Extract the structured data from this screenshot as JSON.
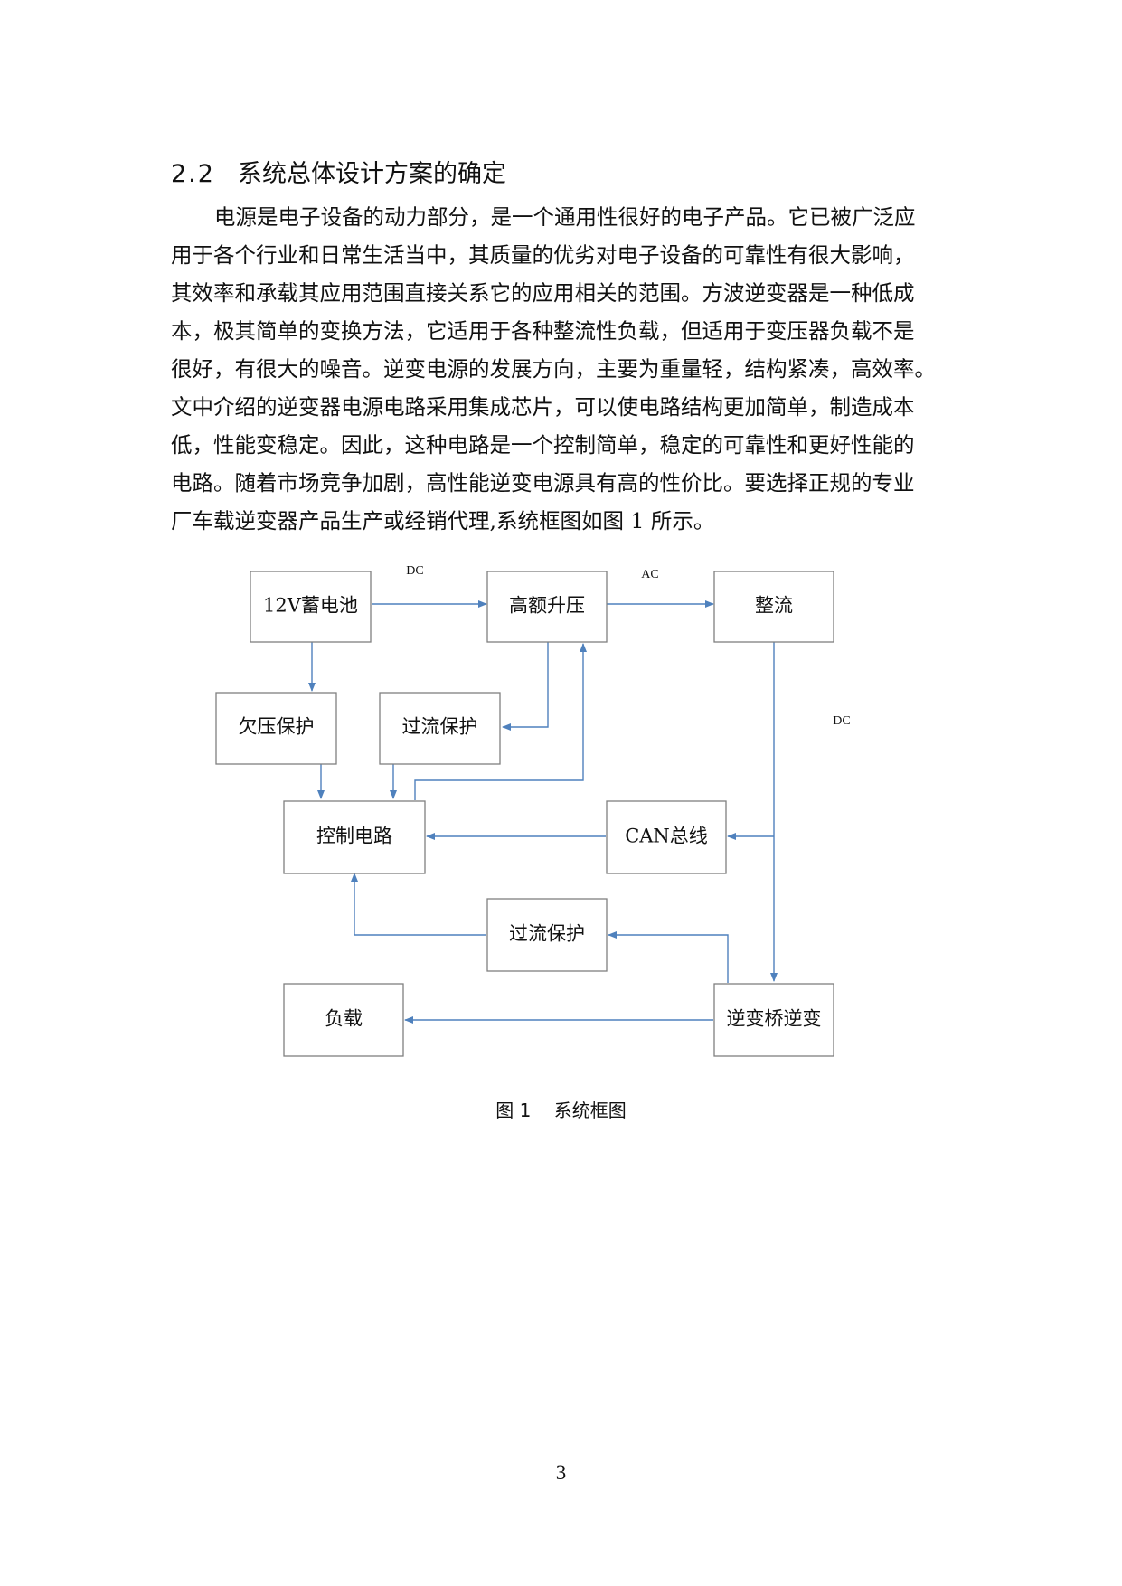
{
  "section": {
    "number": "2.2",
    "title": "系统总体设计方案的确定"
  },
  "paragraph_lines": [
    "电源是电子设备的动力部分，是一个通用性很好的电子产品。它已被广泛应",
    "用于各个行业和日常生活当中，其质量的优劣对电子设备的可靠性有很大影响，",
    "其效率和承载其应用范围直接关系它的应用相关的范围。方波逆变器是一种低成",
    "本，极其简单的变换方法，它适用于各种整流性负载，但适用于变压器负载不是",
    "很好，有很大的噪音。逆变电源的发展方向，主要为重量轻，结构紧凑，高效率。",
    "文中介绍的逆变器电源电路采用集成芯片，可以使电路结构更加简单，制造成本",
    "低，性能变稳定。因此，这种电路是一个控制简单，稳定的可靠性和更好性能的",
    "电路。随着市场竞争加剧，高性能逆变电源具有高的性价比。要选择正规的专业",
    "厂车载逆变器产品生产或经销代理,系统框图如图 1 所示。"
  ],
  "diagram": {
    "nodes": {
      "battery": "12V蓄电池",
      "boost": "高额升压",
      "rectifier": "整流",
      "undervoltage": "欠压保护",
      "overcurrent_top": "过流保护",
      "control": "控制电路",
      "can_bus": "CAN总线",
      "overcurrent_bottom": "过流保护",
      "load": "负载",
      "inverter_bridge": "逆变桥逆变"
    },
    "edge_labels": {
      "dc_top": "DC",
      "ac_top": "AC",
      "dc_right": "DC"
    }
  },
  "caption": "图 1    系统框图",
  "page_number": "3",
  "colors": {
    "arrow": "#4f81bd",
    "box_border": "#7f7f7f",
    "text": "#111111"
  }
}
